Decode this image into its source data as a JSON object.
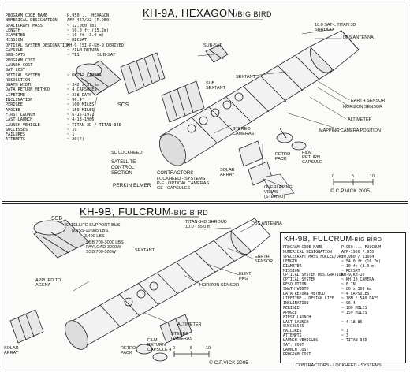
{
  "panel1": {
    "title": "KH-9A, HEXAGON",
    "title_suffix": "/BIG BIRD",
    "specs": [
      [
        "PROGRAM CODE NAME",
        "P.950 ... HEXAGON"
      ],
      [
        "NUMERICAL DESIGNATION",
        "AFP-467/22 (P.950)"
      ],
      [
        "SPACECRAFT MASS",
        "~ 12,000 lbs"
      ],
      [
        "LENGTH",
        "~ 50.0 ft (15.2m)"
      ],
      [
        "DIAMETER",
        "~ 10 ft (3.0 m)"
      ],
      [
        "MISSION",
        "~ RECSAT"
      ],
      [
        "OPTICAL SYSTEM DESIGNATION",
        "KH-9 (SI-P-KH-9 DERIVED)"
      ],
      [
        "CAPSULE",
        "~ FILM RETURN"
      ],
      [
        "SUB-SATS",
        "~ YES"
      ],
      [
        "PROGRAM COST",
        ""
      ],
      [
        "LAUNCH COST",
        ""
      ],
      [
        "SAT COST",
        ""
      ],
      [
        "OPTICAL SYSTEM",
        "~ KH-12 CAMERA"
      ],
      [
        "RESOLUTION",
        ""
      ],
      [
        "SWATH WIDTH",
        "~ 342 x 37 km"
      ],
      [
        "DATA RETURN METHOD",
        "~ 4 CAPSULES"
      ],
      [
        "LIFETIME",
        "~ 238 DAYS"
      ],
      [
        "INCLINATION",
        "~ 96.4°"
      ],
      [
        "PERIGEE",
        "~ 100 MILES"
      ],
      [
        "APOGEE",
        "~ 159 MILES"
      ],
      [
        "FIRST LAUNCH",
        "~ 6-15-1971"
      ],
      [
        "LAST LAUNCH",
        "~ 4-18-1986"
      ],
      [
        "LAUNCH VEHICLE",
        "~ TITAN 3D / TITAN 34D"
      ],
      [
        "",
        ""
      ],
      [
        "SUCCESSES",
        "~ 19"
      ],
      [
        "FAILURES",
        "~ 1"
      ],
      [
        "ATTEMPTS",
        "~ 20(?)"
      ]
    ],
    "labels": {
      "sub_sat": "SUB-SAT",
      "sub_sat_2": "SUB-SAT",
      "scs": "SCS",
      "sub_sat_shroud": "10.0 SAT-L TITAN 3D SHROUD",
      "dbs_antenna": "DBS ANTENNA",
      "sextant": "SEXTANT",
      "sub_sextant": "SUB SEXTANT",
      "earth_sensor": "EARTH SENSOR",
      "horizon_sensor": "HORIZON SENSOR",
      "altimeter": "ALTIMETER",
      "mapping_camera": "MAPPING CAMERA POSITION",
      "stereo_cameras": "STEREO CAMERAS",
      "sc_lockheed": "SC LOCKHEED",
      "satellite_control": "SATELLITE CONTROL SECTION",
      "perkin_elmer": "PERKIN ELMER",
      "contractors": "CONTRACTORS",
      "contractors_list": "LOCKHEED - SYSTEMS\nP-E - OPTICAL CAMERAS\nGE - CAPSULES",
      "solar_array": "SOLAR ARRAY",
      "retro_pack": "RETRO PACK",
      "film_return": "FILM RETURN CAPSULE",
      "overlapping": "OVERLAPING VIEWS (STEREO)",
      "scale_0": "0",
      "scale_5": "5",
      "scale_10": "10",
      "credit": "© C.P.VICK 2005"
    }
  },
  "panel2": {
    "title": "KH-9B, FULCRUM",
    "title_suffix": "-BIG BIRD",
    "spec_title": "KH-9B, FULCRUM",
    "spec_title_suffix": "-BIG BIRD",
    "specs": [
      [
        "PROGRAM CODE NAME",
        "P.950 ... FULCRUM"
      ],
      [
        "NUMERICAL DESIGNATION",
        "AFP-1900 P.950"
      ],
      [
        "SPACECRAFT MASS FULLED/DRY",
        "20,980 / 13604"
      ],
      [
        "LENGTH",
        "~ 54.0 ft (16.7m)"
      ],
      [
        "DIAMETER",
        "~ 10 ft (3.0 m)"
      ],
      [
        "MISSION",
        "~ RECSAT"
      ],
      [
        "OPTICAL SYSTEM DESIGNATION",
        "KH-9/KH-10"
      ],
      [
        "OPTICAL SYSTEM",
        "~ KH-10 CAMERA"
      ],
      [
        "RESOLUTION",
        "~ 6 IN."
      ],
      [
        "SWATH WIDTH",
        "~ 80 x 360 km"
      ],
      [
        "DATA RETURN METHOD",
        "~ 4 CAPSULES"
      ],
      [
        "LIFETIME - DESIGN LIFE",
        "~ 18M / 540 DAYS"
      ],
      [
        "INCLINATION",
        "~ 96.4"
      ],
      [
        "PERIGEE",
        "~ 100 MILES"
      ],
      [
        "APOGEE",
        "~ 159 MILES"
      ],
      [
        "FIRST LAUNCH",
        ""
      ],
      [
        "LAST LAUNCH",
        "~ 4-18-86"
      ],
      [
        "SUCCESSES",
        ""
      ],
      [
        "FAILURES",
        "~ 1"
      ],
      [
        "ATTEMPTS",
        "~ 3"
      ],
      [
        "LAUNCH VEHICLES",
        "~ TITAN-34D"
      ],
      [
        "SAT. COST",
        ""
      ],
      [
        "LAUNCH COST",
        ""
      ],
      [
        "PROGRAM COST",
        ""
      ]
    ],
    "labels": {
      "ssb": "SSB",
      "satellite_support_bus": "SATELLITE SUPPORT BUS",
      "mass": "MASS-10,985 LBS",
      "mass2": "3,400 LBS",
      "ssb_stats": "SSB 700-3000 LBS\nPAYLOAD-3000W\nSSB 700-500W",
      "sextant": "SEXTANT",
      "applied": "APPLIED TO AGENA",
      "titan_shroud": "TITAN-34D SHROUD 10.0 - 55.0 ft",
      "dbs_antenna": "DBS ANTENNA",
      "earth_sensor": "EARTH SENSOR",
      "horizon_sensor": "HORIZON SENSOR",
      "elint": "ELINT PKG",
      "altimeter": "ALTIMETER",
      "stereo_cameras": "STEREO CAMERAS",
      "solar_array": "SOLAR ARRAY",
      "retro_pack": "RETRO PACK",
      "film_return": "FILM RETURN CAPSULE 4",
      "scale_0": "0",
      "scale_5": "5",
      "scale_10": "10",
      "credit": "© C.P.VICK 2005",
      "contractors": "CONTRACTORS - LOCKHEED - SYSTEMS"
    }
  }
}
